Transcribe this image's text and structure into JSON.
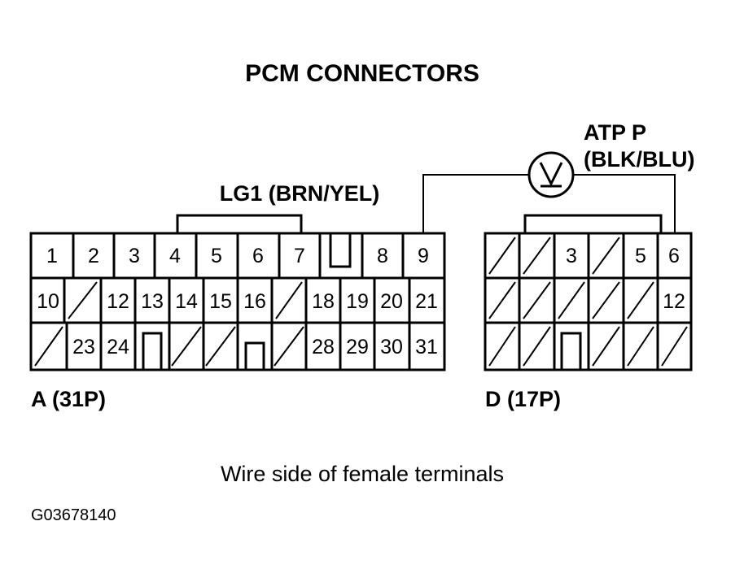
{
  "title": "PCM CONNECTORS",
  "lg1_label": "LG1 (BRN/YEL)",
  "atp_label_1": "ATP P",
  "atp_label_2": "(BLK/BLU)",
  "connector_a": {
    "name": "A (31P)",
    "row1": [
      "1",
      "2",
      "3",
      "4",
      "5",
      "6",
      "7",
      "8",
      "9"
    ],
    "row2": [
      "10",
      "12",
      "13",
      "14",
      "15",
      "16",
      "18",
      "19",
      "20",
      "21"
    ],
    "row3": [
      "23",
      "24",
      "28",
      "29",
      "30",
      "31"
    ]
  },
  "connector_d": {
    "name": "D (17P)",
    "row1": [
      "3",
      "5",
      "6"
    ],
    "row2": [
      "12"
    ]
  },
  "caption": "Wire side of female terminals",
  "figure_code": "G03678140"
}
